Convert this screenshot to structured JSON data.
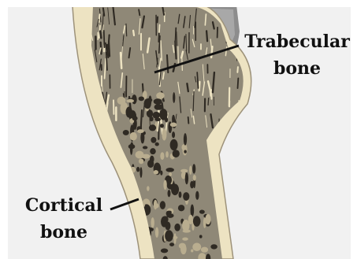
{
  "labels": {
    "trabecular": {
      "line1": "Trabecular",
      "line2": "bone"
    },
    "cortical": {
      "line1": "Cortical",
      "line2": "bone"
    }
  },
  "colors": {
    "background": "#f1f1f1",
    "cortex": "#ede3c2",
    "cortex_outline": "#9d927a",
    "trabecular_fill": "#8f8877",
    "trabecular_dark": "#2f2a23",
    "muscle_tissue": "#8d8d8d",
    "leader_line": "#111111"
  }
}
